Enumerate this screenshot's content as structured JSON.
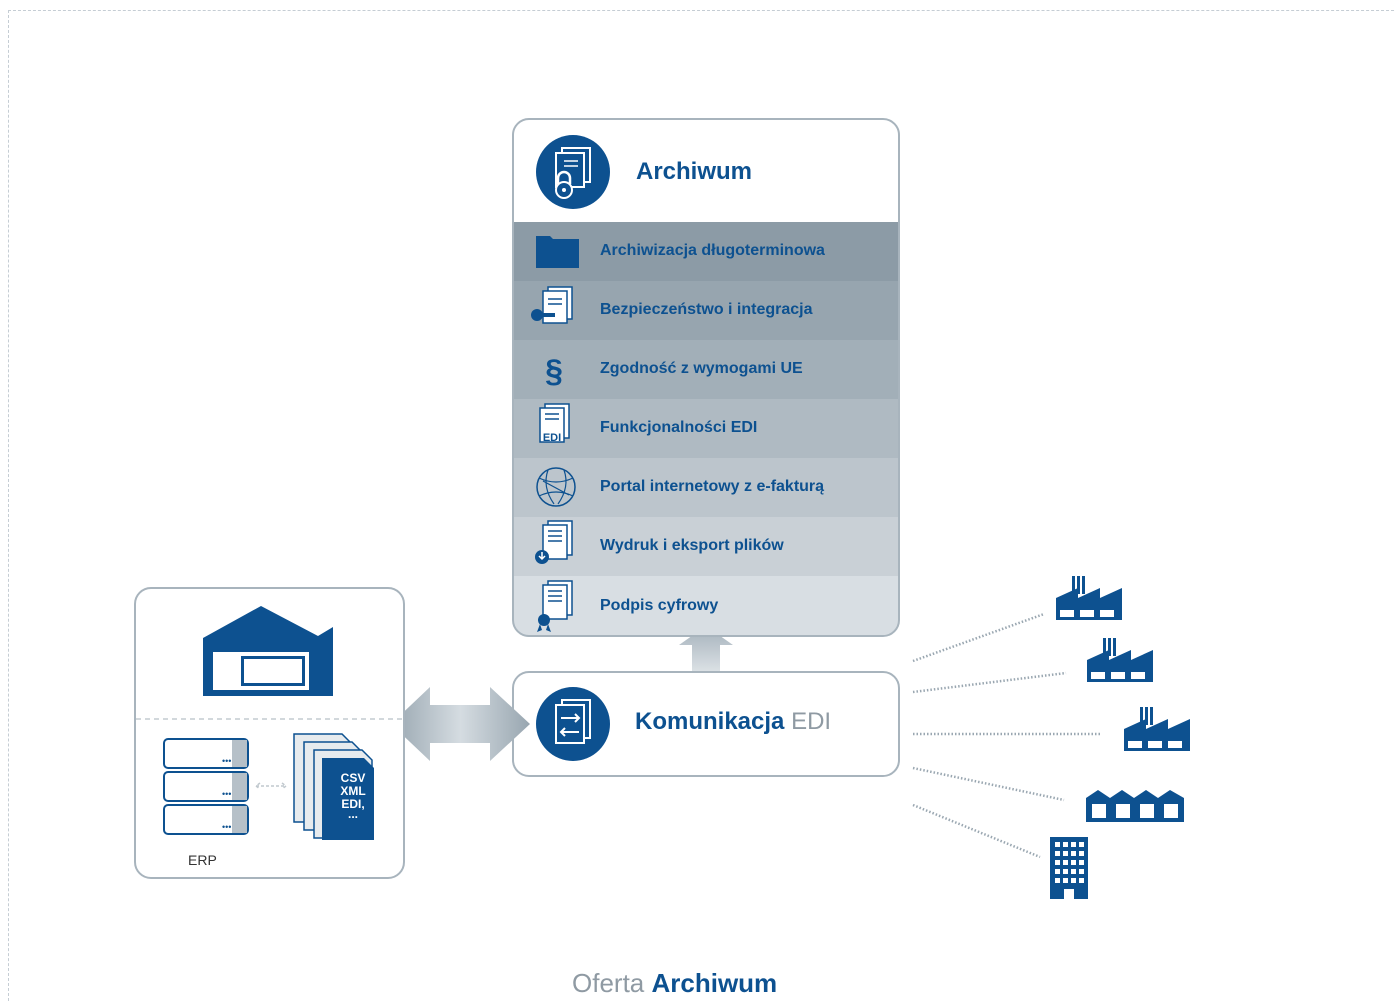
{
  "archive": {
    "title": "Archiwum",
    "features": [
      {
        "label": "Archiwizacja długoterminowa",
        "icon": "folder-icon",
        "color": "#8c9ba6"
      },
      {
        "label": "Bezpieczeństwo i integracja",
        "icon": "key-document-icon",
        "color": "#97a5af"
      },
      {
        "label": "Zgodność z wymogami UE",
        "icon": "paragraph-icon",
        "color": "#a2afb8"
      },
      {
        "label": "Funkcjonalności EDI",
        "icon": "edi-document-icon",
        "color": "#afbac2"
      },
      {
        "label": "Portal internetowy z e-fakturą",
        "icon": "globe-icon",
        "color": "#bcc5cc"
      },
      {
        "label": "Wydruk i eksport plików",
        "icon": "download-document-icon",
        "color": "#c9d0d6"
      },
      {
        "label": "Podpis cyfrowy",
        "icon": "certificate-document-icon",
        "color": "#d8dee3"
      }
    ]
  },
  "edi": {
    "title_bold": "Komunikacja",
    "title_light": "EDI"
  },
  "erp": {
    "label": "ERP",
    "doc_formats": [
      "CSV",
      "XML",
      "EDI,",
      "..."
    ]
  },
  "footer": {
    "text_light": "Oferta",
    "text_bold": "Archiwum"
  },
  "colors": {
    "primary": "#0d5190",
    "border": "#a8b4bd",
    "muted": "#8f9aa3"
  }
}
